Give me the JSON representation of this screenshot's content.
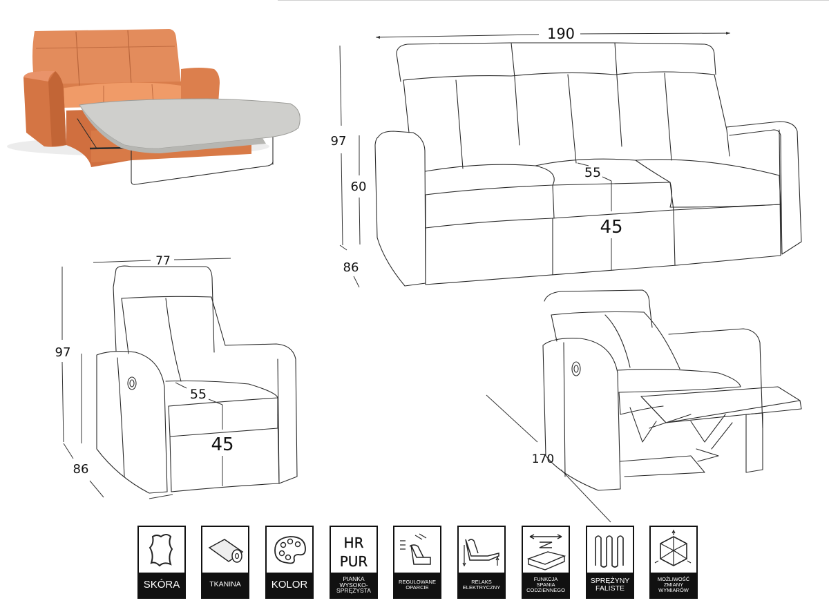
{
  "dimensions": {
    "sofa": {
      "width": "190",
      "height": "97",
      "arm_height": "60",
      "depth": "86",
      "seat_depth": "55",
      "seat_height": "45"
    },
    "armchair": {
      "width": "77",
      "height": "97",
      "depth": "86",
      "seat_depth": "55",
      "seat_height": "45"
    },
    "recliner": {
      "length_extended": "170"
    }
  },
  "icons": [
    {
      "name": "leather-icon",
      "label": "SKÓRA"
    },
    {
      "name": "fabric-roll-icon",
      "label": "TKANINA"
    },
    {
      "name": "color-palette-icon",
      "label": "KOLOR"
    },
    {
      "name": "hr-pur-icon",
      "label": "PIANKA\nWYSOKO-\nSPRĘŻYSTA",
      "glyph_top": "HR",
      "glyph_bottom": "PUR"
    },
    {
      "name": "adjustable-backrest-icon",
      "label": "REGULOWANE\nOPARCIE"
    },
    {
      "name": "electric-recliner-icon",
      "label": "RELAKS\nELEKTRYCZNY"
    },
    {
      "name": "sleeping-function-icon",
      "label": "FUNKCJA\nSPANIA\nCODZIENNEGO"
    },
    {
      "name": "zigzag-springs-icon",
      "label": "SPRĘŻYNY\nFALISTE"
    },
    {
      "name": "resize-option-icon",
      "label": "MOŻLIWOŚĆ\nZMIANY\nWYMIARÓW"
    }
  ],
  "colors": {
    "upholstery": "#e08a5b",
    "mattress": "#cfcfcc",
    "line": "#2a2a2a",
    "label_bg": "#111111"
  }
}
